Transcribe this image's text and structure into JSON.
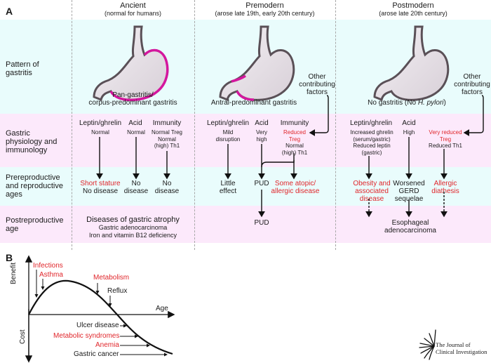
{
  "colors": {
    "band_cyan": "#e9fcfc",
    "band_pink": "#fce9fb",
    "gastritis_magenta": "#d4179e",
    "stomach_outline": "#5a5057",
    "stomach_fill": "#e8e2e8",
    "highlight_red": "#e0262b",
    "text": "#1a1a1a"
  },
  "panel_a": {
    "letter": "A",
    "eras": [
      {
        "title": "Ancient",
        "subtitle": "(normal for humans)"
      },
      {
        "title": "Premodern",
        "subtitle": "(arose late 19th, early 20th century)"
      },
      {
        "title": "Postmodern",
        "subtitle": "(arose late 20th century)"
      }
    ],
    "row_labels": {
      "pattern": [
        "Pattern of",
        "gastritis"
      ],
      "physiology": [
        "Gastric",
        "physiology and",
        "immunology"
      ],
      "reproductive": [
        "Prereproductive",
        "and reproductive",
        "ages"
      ],
      "postreproductive": [
        "Postreproductive",
        "age"
      ]
    },
    "pattern": {
      "ancient": [
        "Pan-gastritis/",
        "corpus-predominant gastritis"
      ],
      "premodern": "Antral-predominant gastritis",
      "postmodern_prefix": "No gastritis (No ",
      "postmodern_italic": "H. pylori",
      "postmodern_suffix": ")",
      "other_factors": [
        "Other",
        "contributing",
        "factors"
      ]
    },
    "physiology_headers": {
      "leptin": "Leptin/ghrelin",
      "acid": "Acid",
      "immunity": "Immunity"
    },
    "ancient": {
      "leptin": "Normal",
      "acid": "Normal",
      "immunity": [
        "Normal Treg",
        "Normal",
        "(high) Th1"
      ],
      "outcome_leptin_red": "Short stature",
      "outcome_leptin": "No disease",
      "outcome_acid": [
        "No",
        "disease"
      ],
      "outcome_immunity": [
        "No",
        "disease"
      ],
      "post": {
        "title": "Diseases of gastric atrophy",
        "lines": [
          "Gastric adenocarcinoma",
          "Iron and vitamin B12 deficiency"
        ]
      }
    },
    "premodern": {
      "leptin": [
        "Mild",
        "disruption"
      ],
      "acid": [
        "Very",
        "high"
      ],
      "immunity_red": [
        "Reduced",
        "Treg"
      ],
      "immunity": [
        "Normal",
        "(high) Th1"
      ],
      "outcome_leptin": [
        "Little",
        "effect"
      ],
      "outcome_acid": "PUD",
      "outcome_immunity": [
        "Some atopic/",
        "allergic disease"
      ],
      "post_acid": "PUD"
    },
    "postmodern": {
      "leptin": [
        "Increased ghrelin",
        "(serum/gastric)",
        "Reduced leptin",
        "(gastric)"
      ],
      "acid": "High",
      "immunity_red": [
        "Very reduced",
        "Treg"
      ],
      "immunity": "Reduced Th1",
      "outcome_leptin": [
        "Obesity and",
        "associated",
        "disease"
      ],
      "outcome_acid": [
        "Worsened",
        "GERD",
        "sequelae"
      ],
      "outcome_immunity": [
        "Allergic",
        "diathesis"
      ],
      "post": [
        "Esophageal",
        "adenocarcinoma"
      ]
    }
  },
  "panel_b": {
    "letter": "B",
    "y_axis_top": "Benefit",
    "y_axis_bottom": "Cost",
    "x_axis": "Age",
    "benefit_labels": [
      {
        "text": "Infections",
        "red": true
      },
      {
        "text": "Asthma",
        "red": true
      },
      {
        "text": "Metabolism",
        "red": true
      },
      {
        "text": "Reflux",
        "red": false
      }
    ],
    "cost_labels": [
      {
        "text": "Ulcer disease",
        "red": false
      },
      {
        "text": "Metabolic syndromes",
        "red": true
      },
      {
        "text": "Anemia",
        "red": true
      },
      {
        "text": "Gastric cancer",
        "red": false
      }
    ]
  },
  "logo": {
    "line1": "The Journal of",
    "line2": "Clinical Investigation"
  }
}
